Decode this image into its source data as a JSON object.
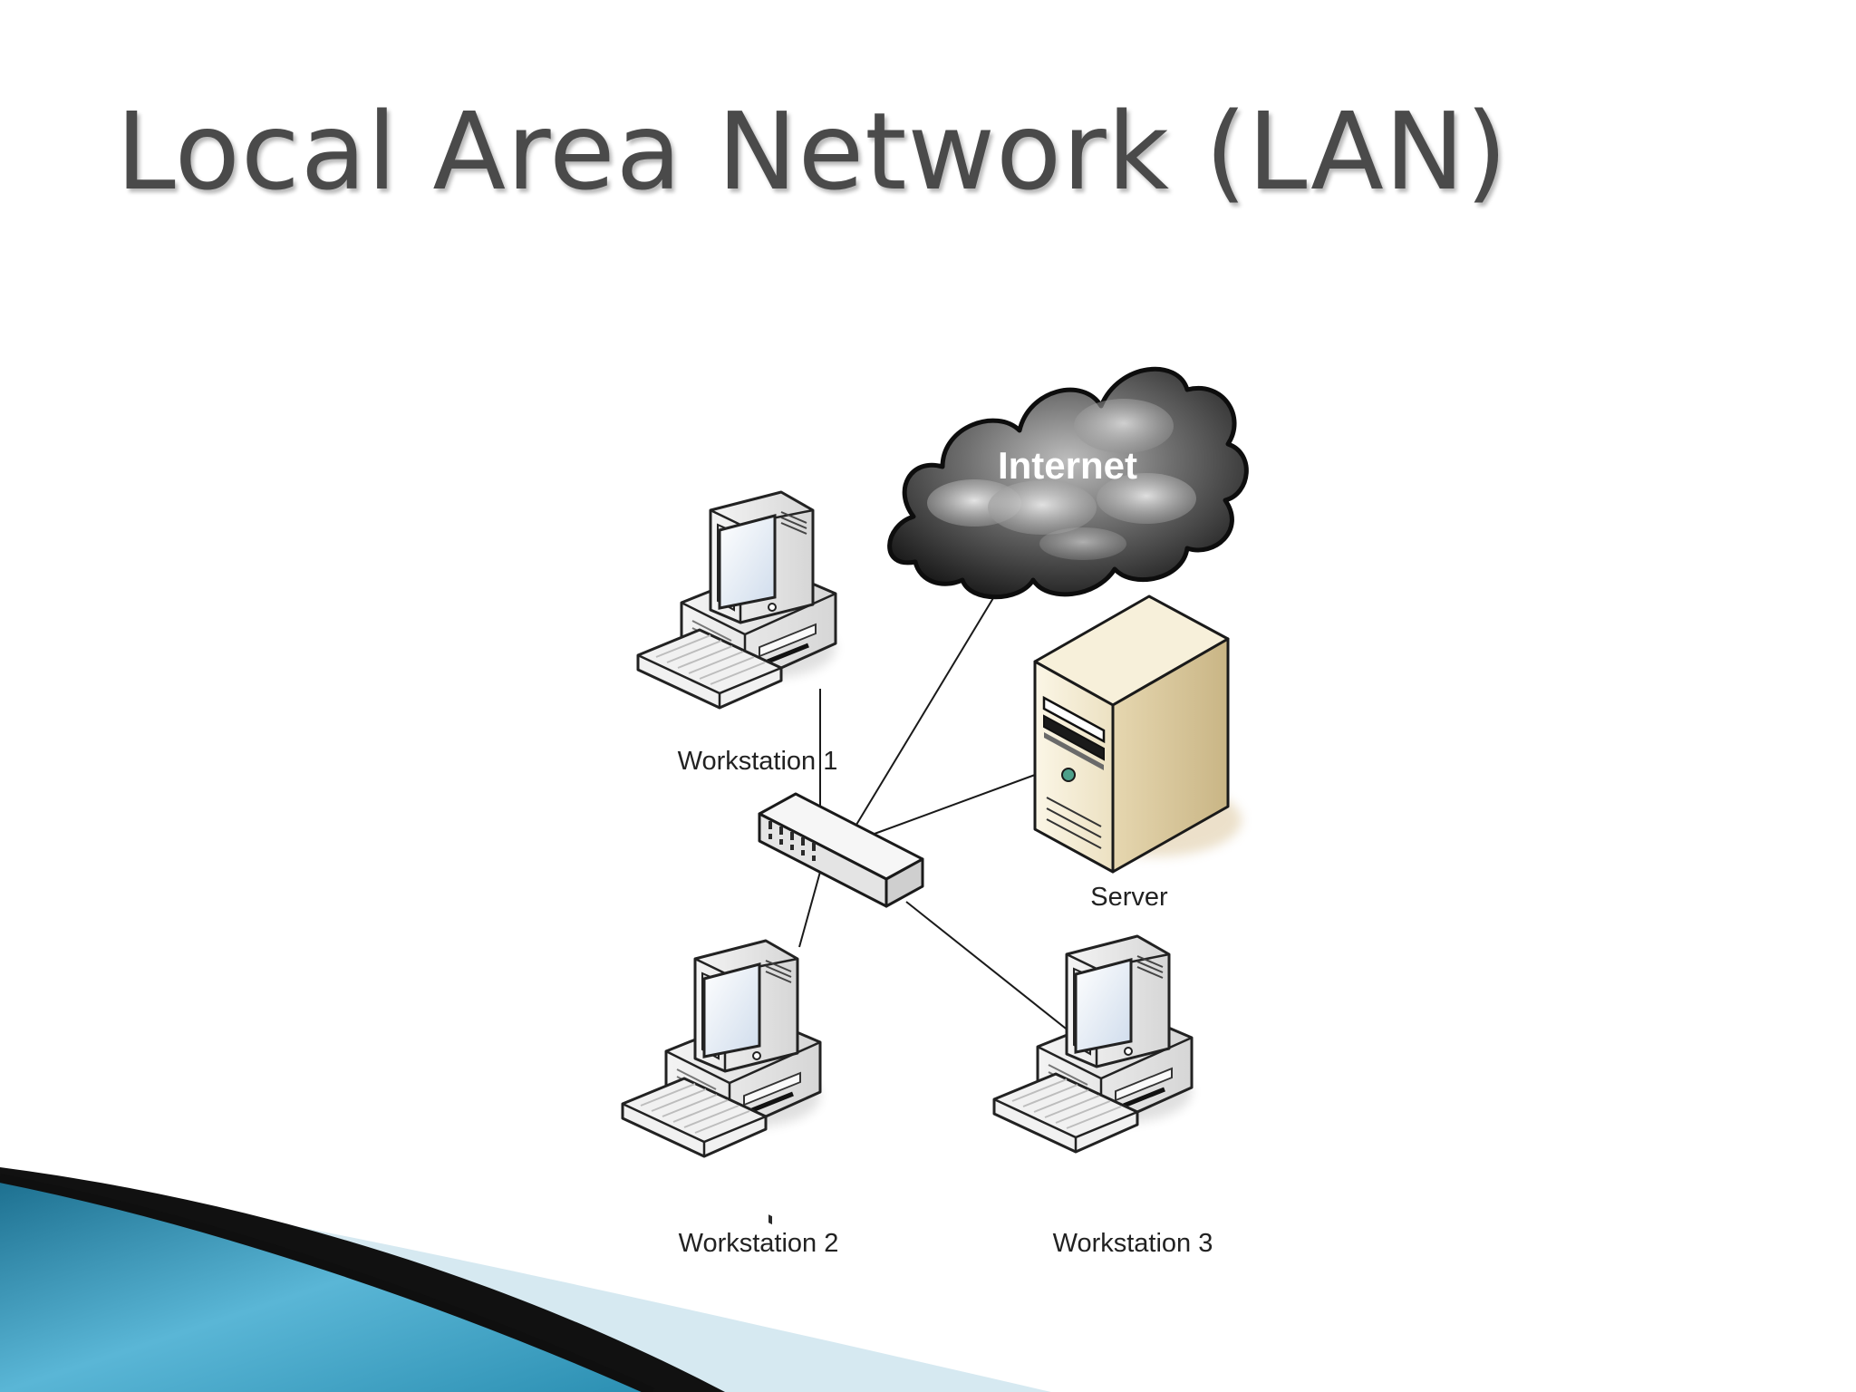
{
  "slide": {
    "title": "Local Area Network (LAN)"
  },
  "diagram": {
    "nodes": {
      "internet": "Internet",
      "server": "Server",
      "workstation_1": "Workstation 1",
      "workstation_2": "Workstation 2",
      "workstation_3": "Workstation 3"
    },
    "hub": "network switch",
    "connections": [
      [
        "switch",
        "internet"
      ],
      [
        "switch",
        "server"
      ],
      [
        "switch",
        "workstation_1"
      ],
      [
        "switch",
        "workstation_2"
      ],
      [
        "switch",
        "workstation_3"
      ]
    ]
  },
  "colors": {
    "title": "#4a4a4a",
    "accent_teal": "#2d8fb0",
    "accent_light": "#cfe6ef",
    "accent_dark": "#111111"
  }
}
